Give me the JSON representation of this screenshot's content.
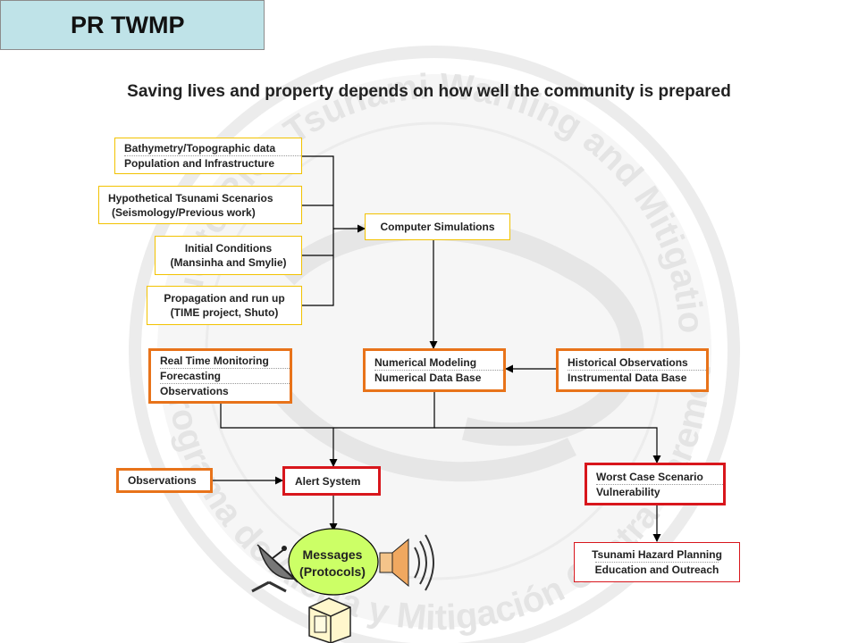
{
  "header": {
    "title": "PR TWMP"
  },
  "headline": "Saving lives and property depends on how well the community is prepared",
  "watermark": {
    "top_text": "Puerto Rico Tsunami Warning and Mitigation Program",
    "bottom_text": "Programa de Alerta y Mitigación Contra Maremotos de Puerto Rico"
  },
  "inputs": [
    {
      "lines": [
        "Bathymetry/Topographic  data",
        "Population and Infrastructure"
      ]
    },
    {
      "lines": [
        "Hypothetical  Tsunami  Scenarios",
        "(Seismology/Previous work)"
      ]
    },
    {
      "lines": [
        "Initial Conditions",
        "(Mansinha  and  Smylie)"
      ]
    },
    {
      "lines": [
        "Propagation  and  run  up",
        "(TIME  project,  Shuto)"
      ]
    }
  ],
  "computer_simulations": "Computer  Simulations",
  "real_time": {
    "lines": [
      "Real Time Monitoring",
      "Forecasting",
      "Observations"
    ]
  },
  "numerical": {
    "lines": [
      "Numerical  Modeling",
      "Numerical  Data Base"
    ]
  },
  "historical": {
    "lines": [
      "Historical Observations",
      "Instrumental Data Base"
    ]
  },
  "observations": "Observations",
  "alert_system": "Alert  System",
  "worst_case": {
    "lines": [
      "Worst Case  Scenario",
      "Vulnerability"
    ]
  },
  "messages": {
    "lines": [
      "Messages",
      "(Protocols)"
    ]
  },
  "planning": {
    "lines": [
      "Tsunami Hazard Planning",
      "Education and Outreach"
    ]
  },
  "colors": {
    "title_bg": "#bfe3e8",
    "yellow_border": "#f2c200",
    "orange_border": "#e8731a",
    "red_border": "#d8161c",
    "messages_fill": "#ccff66"
  },
  "icons": [
    "satellite-dish-icon",
    "speaker-icon",
    "computer-monitor-icon"
  ]
}
